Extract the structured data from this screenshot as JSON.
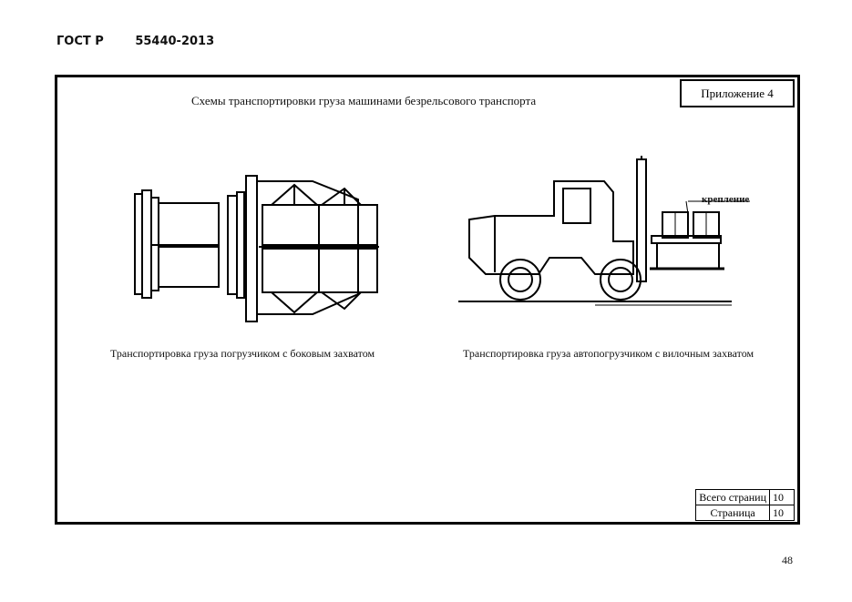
{
  "header": {
    "prefix": "ГОСТ Р",
    "number": "55440-2013"
  },
  "title": "Схемы транспортировки груза машинами безрельсового транспорта",
  "appendix": "Приложение 4",
  "figures": {
    "left_caption": "Транспортировка груза погрузчиком с боковым захватом",
    "right_caption": "Транспортировка груза автопогрузчиком с вилочным захватом",
    "fastening_label": "крепление"
  },
  "pages_table": {
    "total_label": "Всего страниц",
    "total_value": "10",
    "page_label": "Страница",
    "page_value": "10"
  },
  "page_number": "48"
}
